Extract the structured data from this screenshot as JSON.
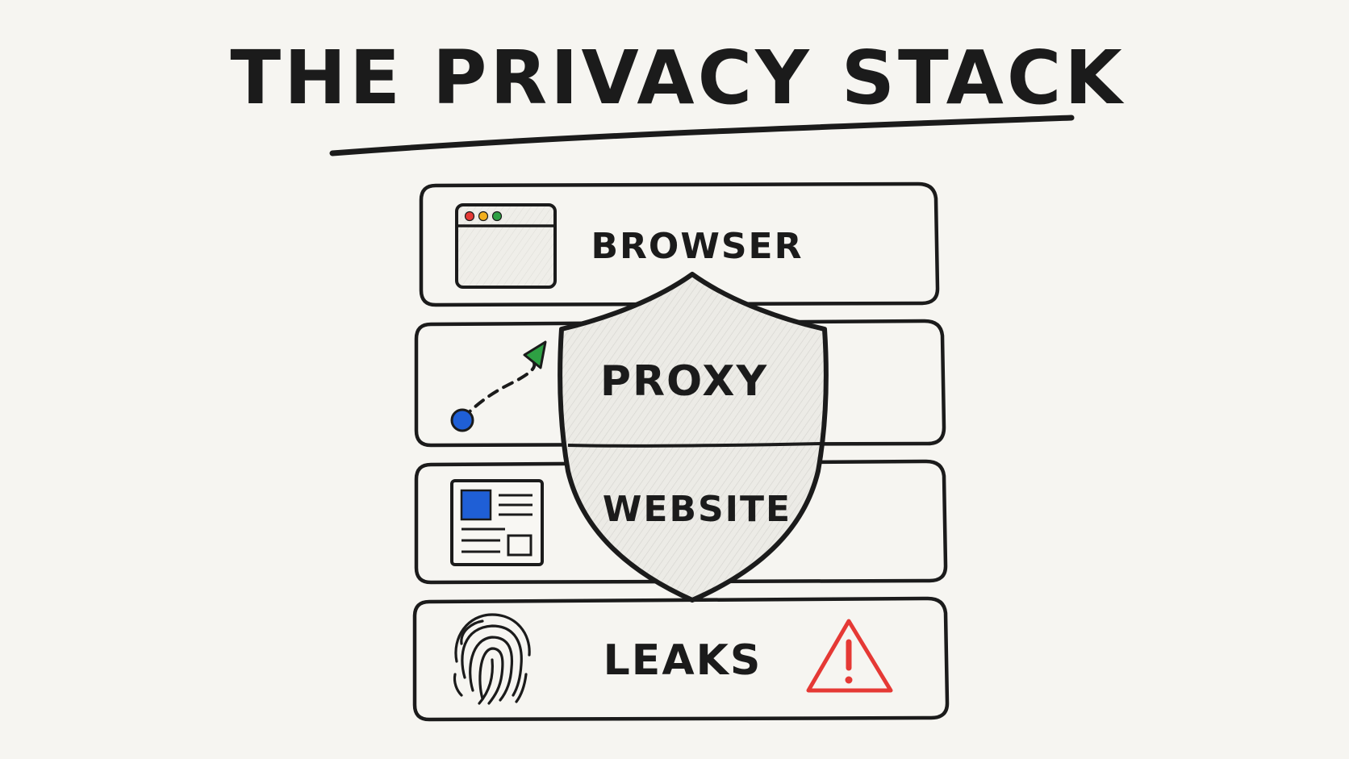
{
  "title": "THE PRIVACY STACK",
  "layers": [
    {
      "label": "BROWSER",
      "icon": "browser-window-icon"
    },
    {
      "label": "PROXY",
      "icon": "route-arrow-icon"
    },
    {
      "label": "WEBSITE",
      "icon": "webpage-layout-icon"
    },
    {
      "label": "LEAKS",
      "icon": "fingerprint-icon"
    }
  ],
  "shield_icon": "shield-icon",
  "warning_icon": "warning-triangle-icon",
  "colors": {
    "ink": "#1b1b1b",
    "background": "#f6f5f1",
    "dot_red": "#e53935",
    "dot_yellow": "#f2b01e",
    "dot_green": "#2ea043",
    "arrow_green": "#2ea043",
    "node_blue": "#1f5fd6",
    "block_blue": "#1f5fd6",
    "warning_red": "#e53935"
  }
}
